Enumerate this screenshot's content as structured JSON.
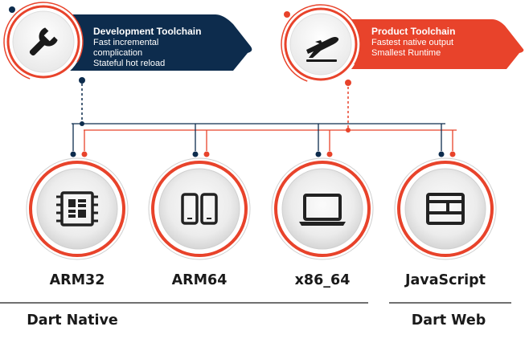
{
  "toolchains": [
    {
      "title": "Development Toolchain",
      "lines": [
        "Fast incremental",
        "complication",
        "Stateful hot reload"
      ],
      "icon": "wrench-icon",
      "color": "#0d2c4d"
    },
    {
      "title": "Product Toolchain",
      "lines": [
        "Fastest native output",
        "Smallest Runtime"
      ],
      "icon": "airplane-icon",
      "color": "#e8432b"
    }
  ],
  "platforms": [
    {
      "label": "ARM32",
      "icon": "chip-icon"
    },
    {
      "label": "ARM64",
      "icon": "mobile-devices-icon"
    },
    {
      "label": "x86_64",
      "icon": "laptop-icon"
    },
    {
      "label": "JavaScript",
      "icon": "web-layout-icon"
    }
  ],
  "groups": [
    {
      "label": "Dart Native"
    },
    {
      "label": "Dart Web"
    }
  ],
  "colors": {
    "navy": "#0d2c4d",
    "red": "#e8432b",
    "ring": "#e8432b",
    "icon": "#222222"
  }
}
